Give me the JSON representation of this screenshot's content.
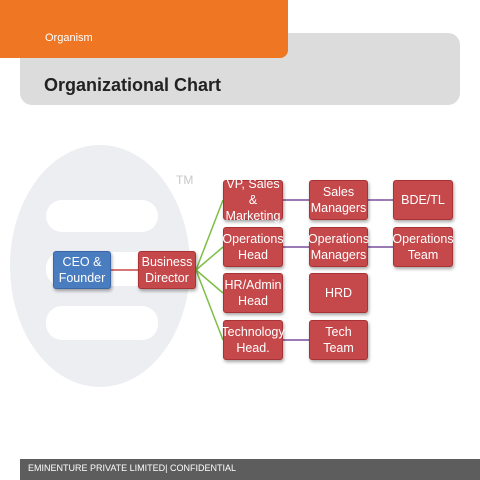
{
  "header": {
    "section_label": "Organism",
    "title": "Organizational Chart"
  },
  "watermark": {
    "trademark": "TM"
  },
  "org_chart": {
    "ceo": "CEO &\nFounder",
    "director": "Business\nDirector",
    "level2": {
      "vp_sales": "VP, Sales &\nMarketing",
      "ops_head": "Operations\nHead",
      "hr_head": "HR/Admin\nHead",
      "tech_head": "Technology\nHead."
    },
    "level3": {
      "sales_managers": "Sales\nManagers",
      "ops_managers": "Operations\nManagers",
      "hrd": "HRD",
      "tech_team": "Tech Team"
    },
    "level4": {
      "bde_tl": "BDE/TL",
      "ops_team": "Operations\nTeam"
    }
  },
  "colors": {
    "accent_orange": "#ef7622",
    "node_red": "#c5484b",
    "node_blue": "#4a7cc0",
    "connector_green": "#7dbf45",
    "connector_purple": "#7a4e9c"
  },
  "footer": {
    "text": "EMINENTURE PRIVATE LIMITED| CONFIDENTIAL"
  }
}
